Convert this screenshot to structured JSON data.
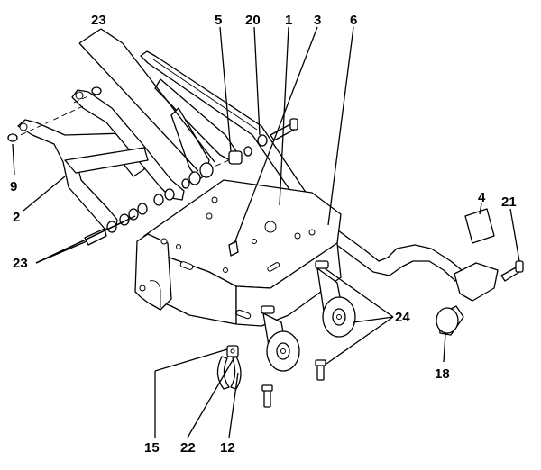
{
  "callouts": {
    "c23_top": "23",
    "c5": "5",
    "c20": "20",
    "c1": "1",
    "c3": "3",
    "c6": "6",
    "c9": "9",
    "c2": "2",
    "c4": "4",
    "c21": "21",
    "c23_bottom": "23",
    "c24": "24",
    "c18": "18",
    "c15": "15",
    "c22": "22",
    "c12": "12"
  }
}
